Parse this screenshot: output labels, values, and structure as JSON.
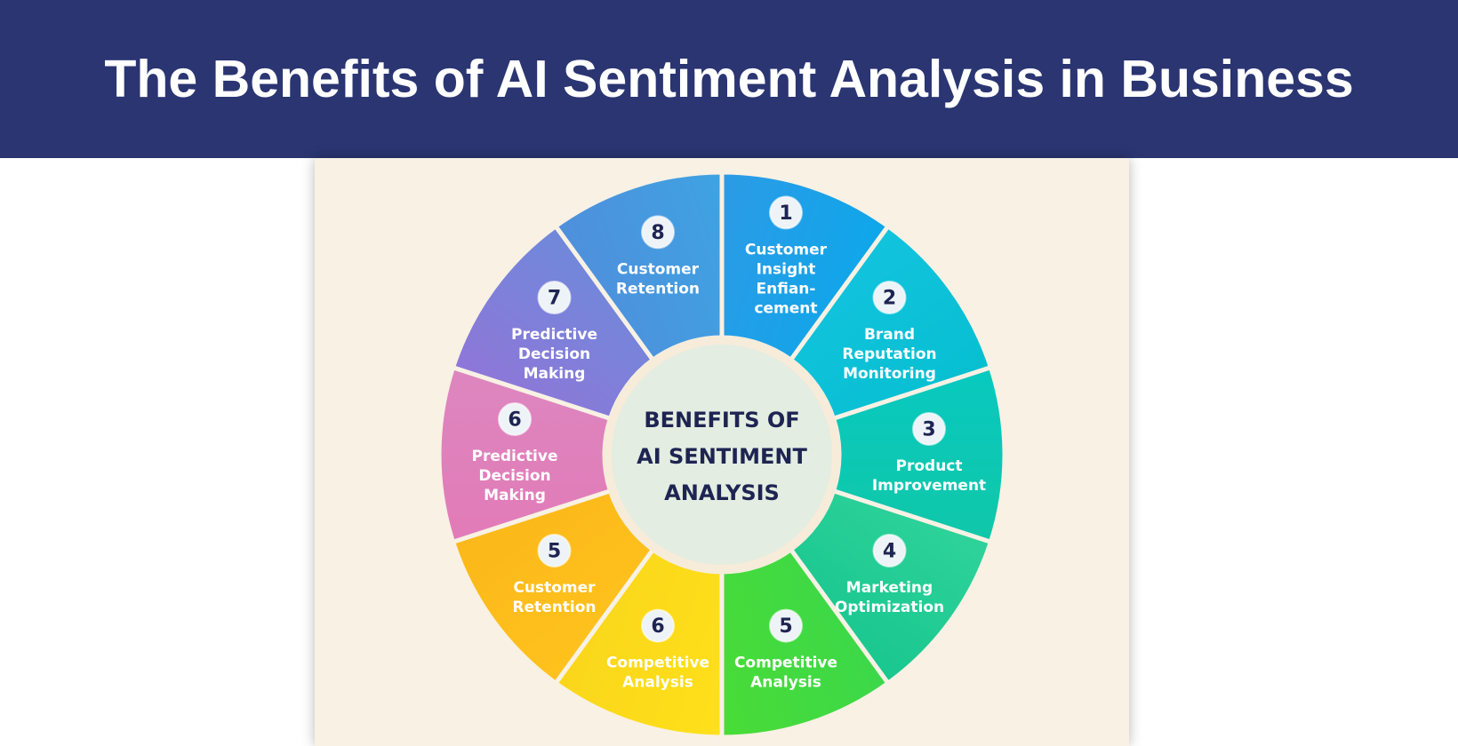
{
  "header": {
    "title": "The Benefits of AI Sentiment Analysis in Business",
    "background": "#2a3572"
  },
  "panel": {
    "background": "#f8f1e4"
  },
  "wheel": {
    "center": {
      "lines": [
        "BENEFITS OF",
        "AI SENTIMENT",
        "ANALYSIS"
      ],
      "fill": "#e3ede1",
      "ring": "#f6ecd9"
    },
    "segments": [
      {
        "number": "1",
        "lines": [
          "Customer",
          "Insight",
          "Enfian-",
          "cement"
        ],
        "color_a": "#2d9ae6",
        "color_b": "#0ea7ea"
      },
      {
        "number": "2",
        "lines": [
          "Brand",
          "Reputation",
          "Monitoring"
        ],
        "color_a": "#12c3de",
        "color_b": "#07bfd1"
      },
      {
        "number": "3",
        "lines": [
          "Product",
          "Improvement"
        ],
        "color_a": "#08c9c0",
        "color_b": "#10c7a8"
      },
      {
        "number": "4",
        "lines": [
          "Marketing",
          "Optimization"
        ],
        "color_a": "#2ed39a",
        "color_b": "#19c78f"
      },
      {
        "number": "5",
        "lines": [
          "Competitive",
          "Analysis"
        ],
        "color_a": "#3cd84a",
        "color_b": "#49dc36"
      },
      {
        "number": "6",
        "lines": [
          "Competitive",
          "Analysis"
        ],
        "color_a": "#ffe01a",
        "color_b": "#f9d61b"
      },
      {
        "number": "5",
        "lines": [
          "Customer",
          "Retention"
        ],
        "color_a": "#ffc21c",
        "color_b": "#fbb81a"
      },
      {
        "number": "6",
        "lines": [
          "Predictive",
          "Decision",
          "Making"
        ],
        "color_a": "#e27bb8",
        "color_b": "#dd86bf"
      },
      {
        "number": "7",
        "lines": [
          "Predictive",
          "Decision",
          "Making"
        ],
        "color_a": "#8f76d8",
        "color_b": "#6f89da"
      },
      {
        "number": "8",
        "lines": [
          "Customer",
          "Retention"
        ],
        "color_a": "#4f8fdc",
        "color_b": "#3ea3e2"
      }
    ]
  }
}
